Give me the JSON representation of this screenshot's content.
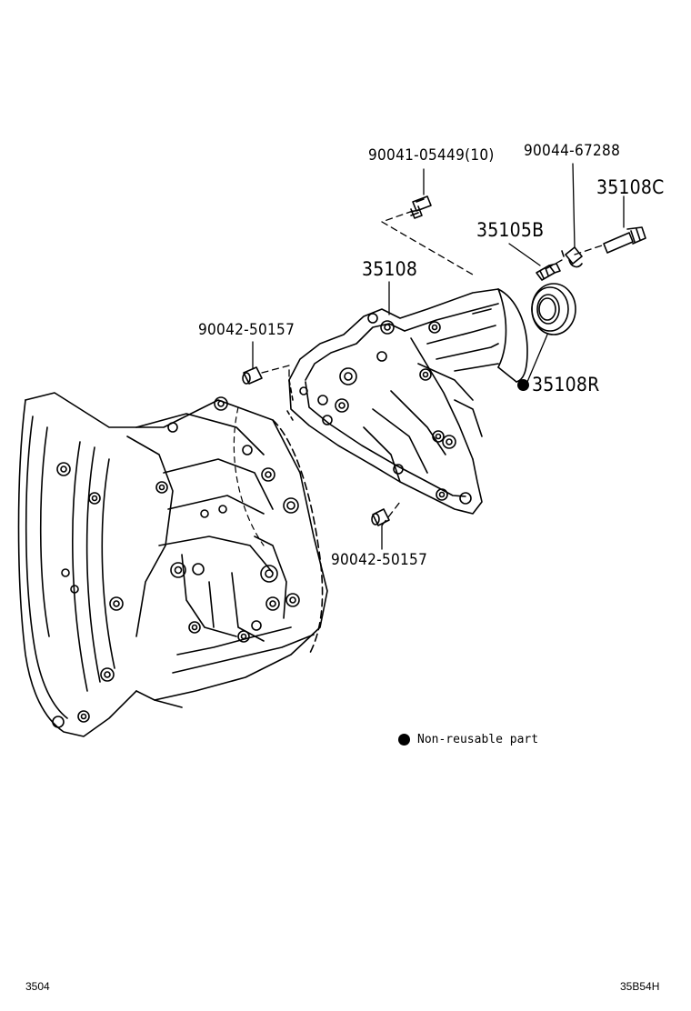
{
  "labels": {
    "bolt": "90041-05449(10)",
    "sleeve": "90044-67288",
    "plug_c": "35108C",
    "breather": "35105B",
    "housing": "35108",
    "pin_upper": "90042-50157",
    "seal": "35108R",
    "pin_lower": "90042-50157"
  },
  "legend": {
    "text": "Non-reusable part"
  },
  "footer": {
    "left": "3504",
    "right": "35B54H"
  }
}
